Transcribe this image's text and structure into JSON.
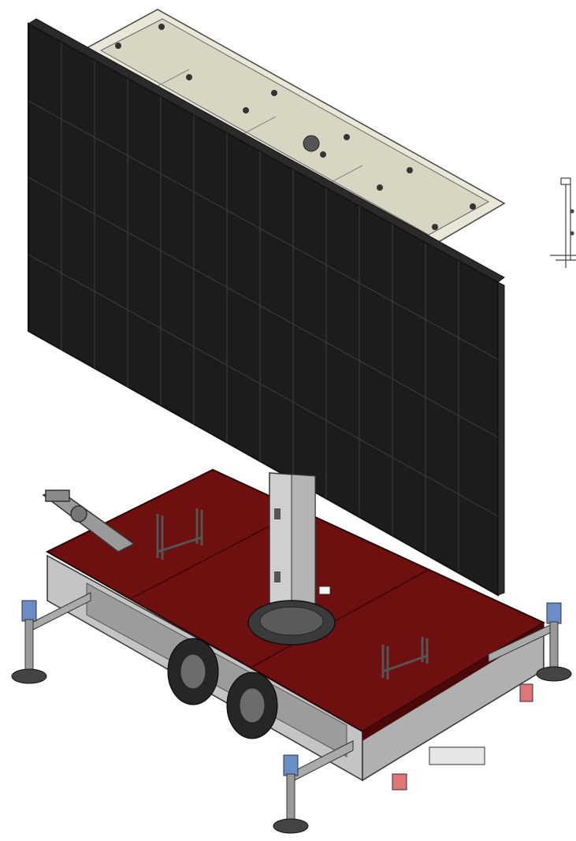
{
  "illustration": {
    "subject": "mobile-led-screen-trailer",
    "view": "isometric-cad-render",
    "colors": {
      "background": "#ffffff",
      "led_panel": "#1c1c1c",
      "panel_grid": "#3a3a3a",
      "panel_back_frame": "#d9d7c6",
      "deck": "#6e1010",
      "deck_edge": "#4a0808",
      "chassis": "#b8b8b8",
      "outrigger_foot": "#6a8cc7",
      "mast": "#c9c9c9",
      "tire": "#2a2a2a"
    },
    "parts": [
      "led-screen",
      "screen-back-frame",
      "telescopic-mast",
      "mast-base-ring",
      "trailer-deck",
      "tow-hitch",
      "outrigger-jacks",
      "wheels",
      "tail-lights",
      "side-detail-inset"
    ]
  }
}
